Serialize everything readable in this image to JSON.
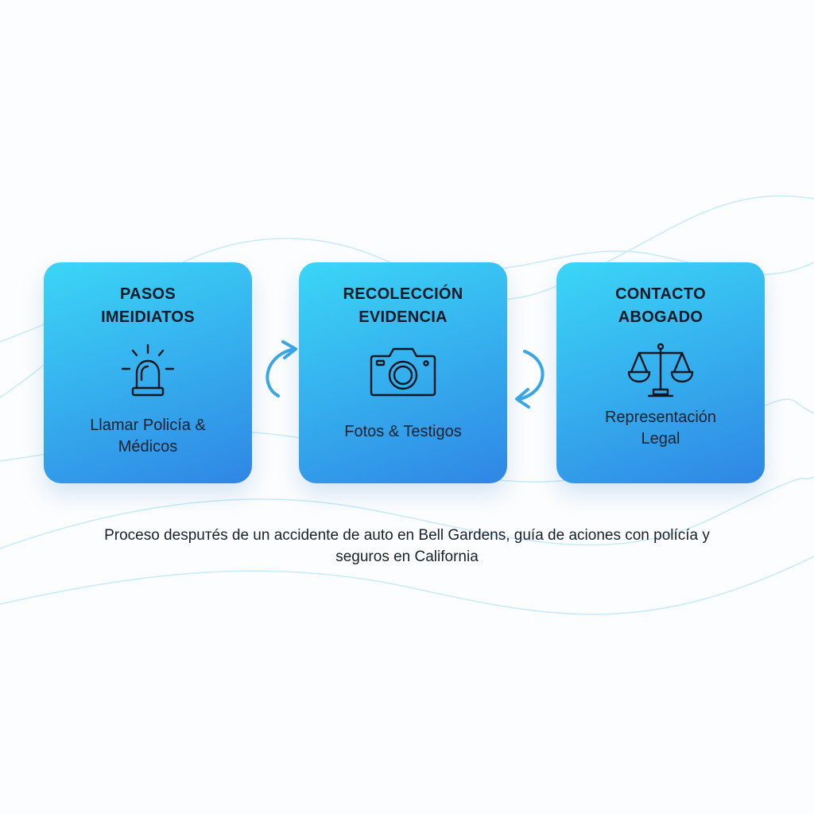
{
  "steps": [
    {
      "title_line1": "PASOS",
      "title_line2": "IMEIDIATOS",
      "icon": "siren-icon",
      "desc_line1": "Llamar Policía &",
      "desc_line2": "Médicos"
    },
    {
      "title_line1": "RECOLECCIÓN",
      "title_line2": "EVIDENCIA",
      "icon": "camera-icon",
      "desc_line1": "Fotos & Testigos",
      "desc_line2": ""
    },
    {
      "title_line1": "CONTACTO",
      "title_line2": "ABOGADO",
      "icon": "scales-icon",
      "desc_line1": "Representación",
      "desc_line2": "Legal"
    }
  ],
  "caption": {
    "line1": "Proceso despuтés de un accidente de auto en Bell Gardens, guía de aciones con polícía y",
    "line2": "seguros en California"
  },
  "colors": {
    "card_gradient_top": "#3bd6f6",
    "card_gradient_bottom": "#2f86e4",
    "arrow": "#3aa6e6",
    "wave": "#bfe6f8"
  }
}
